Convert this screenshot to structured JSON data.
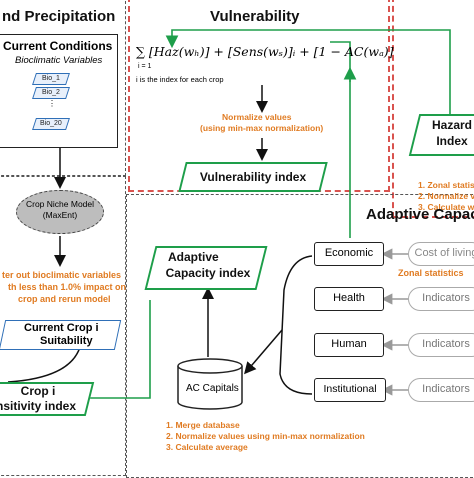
{
  "precip": {
    "title": "nd Precipitation",
    "current_title": "Current Conditions",
    "current_sub": "Bioclimatic Variables",
    "bio": [
      "Bio_1",
      "Bio_2",
      "Bio_20"
    ],
    "crop_model": "Crop Niche Model (MaxEnt)",
    "filter_note": [
      "ter out bioclimatic variables",
      "th less than 1.0% impact on",
      "crop and rerun model"
    ],
    "suitability": [
      "Current Crop i",
      "Suitability"
    ],
    "sensitivity": [
      "Crop i",
      "nsitivity index"
    ]
  },
  "vulnerability": {
    "title": "Vulnerability",
    "formula": "∑ [Haz(wₕ)] + [Sens(wₛ)]ᵢ + [1 − AC(wₐ)]",
    "sum_sub": "i = 1",
    "index_note": "i is the index for each crop",
    "normalize": [
      "Normalize values",
      "(using min-max normalization)"
    ],
    "index_label": "Vulnerability index"
  },
  "hazard": {
    "label": [
      "Hazard",
      "Index"
    ],
    "steps": [
      "1. Zonal statisti",
      "2. Normalize v",
      "3. Calculate w"
    ]
  },
  "adaptive": {
    "title": "Adaptive Capac",
    "index_label": [
      "Adaptive",
      "Capacity index"
    ],
    "db_label": "AC Capitals",
    "capitals": [
      "Economic",
      "Health",
      "Human",
      "Institutional"
    ],
    "indicators": [
      "Cost of living",
      "Indicators",
      "Indicators",
      "Indicators"
    ],
    "zonal": "Zonal statistics",
    "steps": [
      "1. Merge database",
      "2. Normalize values using min-max normalization",
      "3. Calculate average"
    ]
  },
  "colors": {
    "green": "#1e9e4a",
    "orange": "#e07b22",
    "red": "#d9534f",
    "blue": "#2f6fb7"
  }
}
